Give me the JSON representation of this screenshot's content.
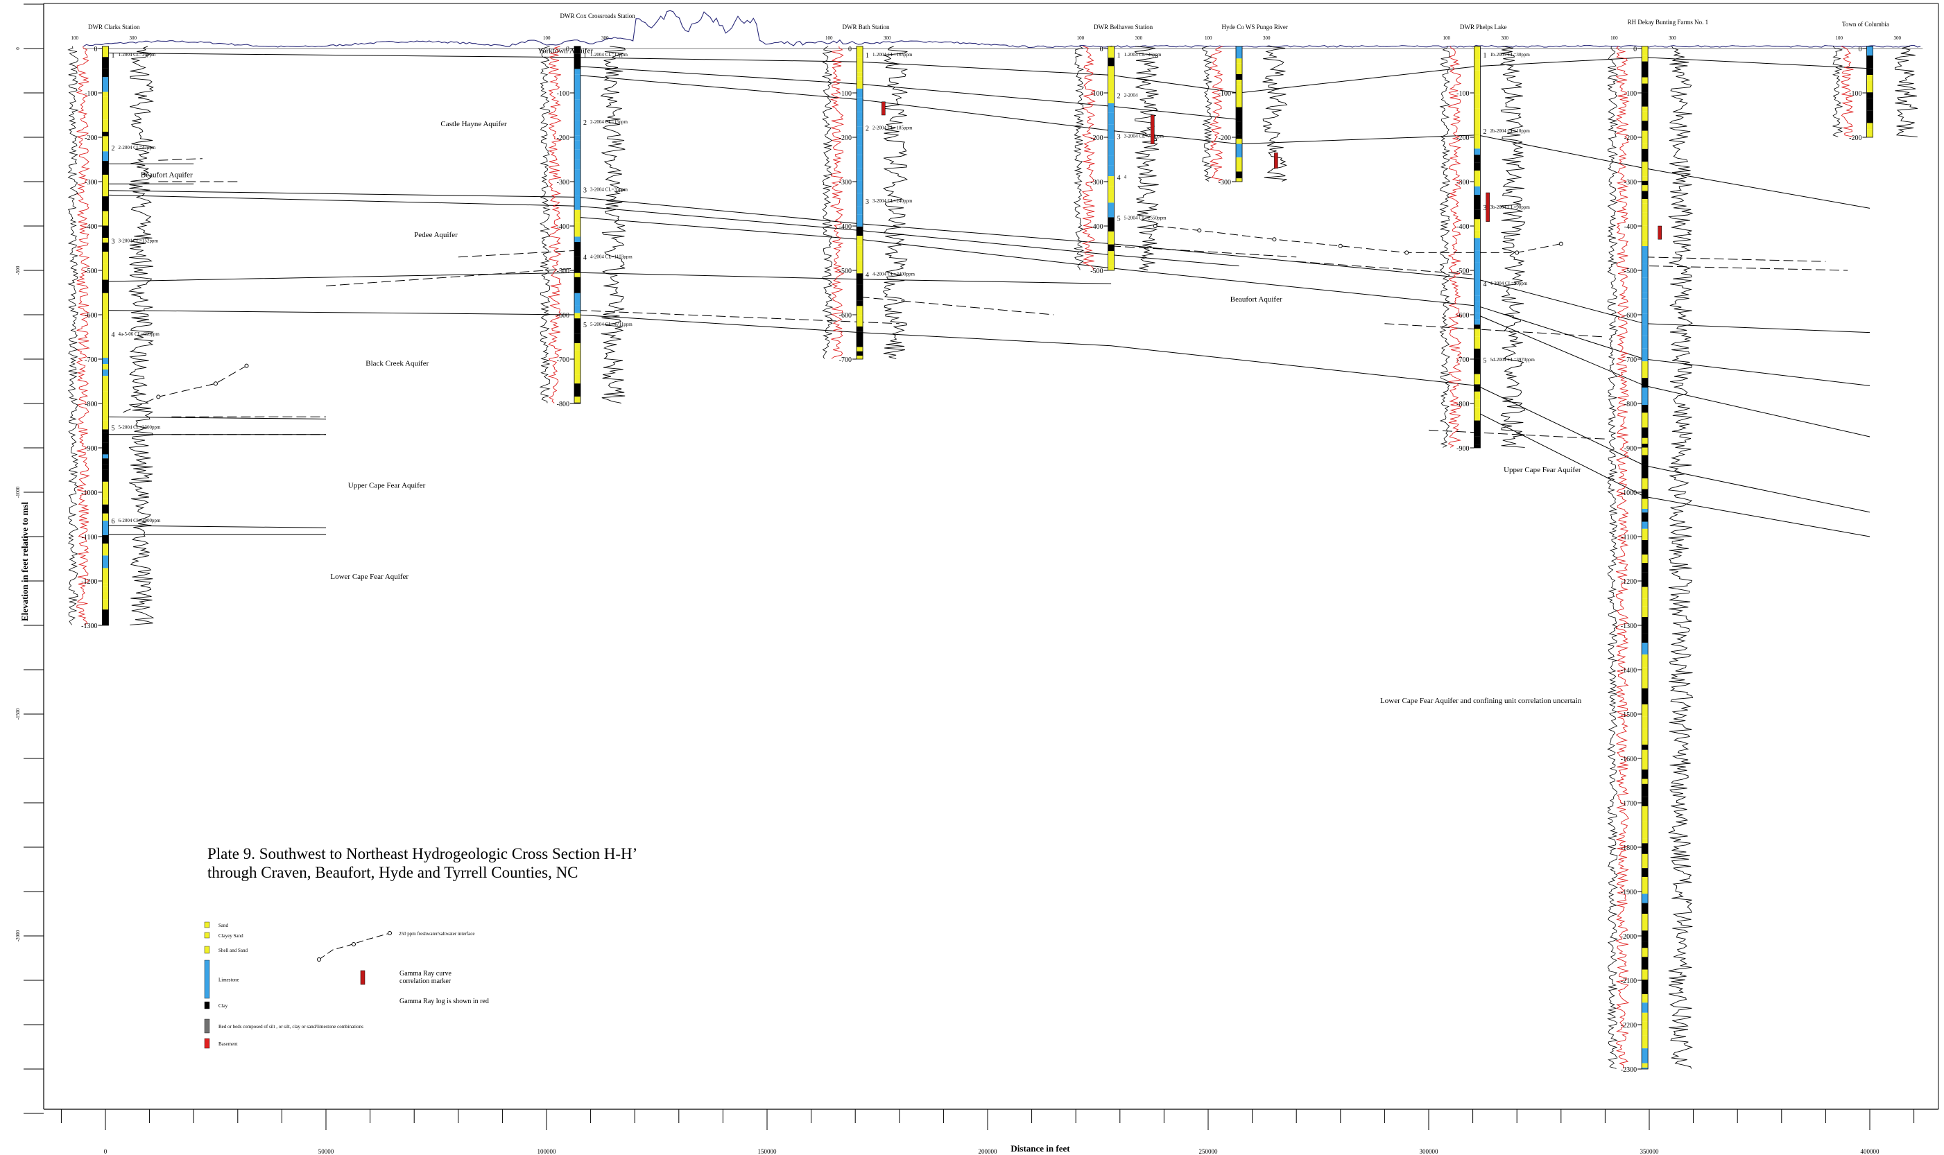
{
  "title_line1": "Plate 9. Southwest to Northeast Hydrogeologic Cross Section H-H’",
  "title_line2": "through Craven, Beaufort, Hyde and Tyrrell Counties, NC",
  "axes": {
    "y_label": "Elevation in feet relative to msl",
    "x_label": "Distance in feet",
    "x_ticks": [
      "0",
      "50000",
      "100000",
      "150000",
      "200000",
      "250000",
      "300000",
      "350000",
      "400000"
    ],
    "y_ticks": [
      "0",
      "-500",
      "-1000",
      "-1500",
      "-2000"
    ],
    "y_range_ft": [
      -2400,
      100
    ],
    "x_range_ft": [
      -10000,
      415000
    ]
  },
  "wells": [
    {
      "name": "DWR Clarks Station",
      "distance_ft": 0,
      "depth_labels": [
        "0",
        "-100",
        "-200",
        "-300",
        "-400",
        "-500",
        "-600",
        "-700",
        "-800",
        "-900",
        "-1000",
        "-1100",
        "-1200",
        "-1300"
      ],
      "samples": [
        {
          "n": "1",
          "text": "1-2004 CL=20ppm"
        },
        {
          "n": "2",
          "text": "2-2004 CL=47ppm"
        },
        {
          "n": "3",
          "text": "3-2004 CL=152ppm"
        },
        {
          "n": "4",
          "text": "4a-5-06 CL=699ppm"
        },
        {
          "n": "5",
          "text": "5-2004 CL=2300ppm"
        },
        {
          "n": "6",
          "text": "6-2004 CL=3900ppm"
        }
      ]
    },
    {
      "name": "DWR Cox Crossroads Station",
      "distance_ft": 107000,
      "depth_labels": [
        "0",
        "-100",
        "-200",
        "-300",
        "-400",
        "-500",
        "-600",
        "-700",
        "-800"
      ],
      "samples": [
        {
          "n": "1",
          "text": "1-2004 CL=12ppm"
        },
        {
          "n": "2",
          "text": "2-2004 CL=15ppm"
        },
        {
          "n": "3",
          "text": "3-2004 CL=35ppm"
        },
        {
          "n": "4",
          "text": "4-2004 CL=1103ppm"
        },
        {
          "n": "5",
          "text": "5-2004 CL=4711ppm"
        }
      ]
    },
    {
      "name": "DWR Bath Station",
      "distance_ft": 171000,
      "depth_labels": [
        "0",
        "-100",
        "-200",
        "-300",
        "-400",
        "-500",
        "-600",
        "-700"
      ],
      "samples": [
        {
          "n": "1",
          "text": "1-2004 CL=165ppm"
        },
        {
          "n": "2",
          "text": "2-2004 CL=185ppm"
        },
        {
          "n": "3",
          "text": "3-2004 CL=240ppm"
        },
        {
          "n": "4",
          "text": "4-2004 CL=2400ppm"
        }
      ]
    },
    {
      "name": "DWR Belhaven Station",
      "distance_ft": 228000,
      "depth_labels": [
        "0",
        "-100",
        "-200",
        "-300",
        "-400",
        "-500"
      ],
      "samples": [
        {
          "n": "1",
          "text": "1-2004 CL=36ppm"
        },
        {
          "n": "2",
          "text": "2-2004"
        },
        {
          "n": "3",
          "text": "3-2004 CL=760ppm"
        },
        {
          "n": "4",
          "text": "4"
        },
        {
          "n": "5",
          "text": "5-2004 CL=2550ppm"
        }
      ]
    },
    {
      "name": "Hyde Co WS Pungo River",
      "distance_ft": 257000,
      "depth_labels": [
        "-100",
        "-200",
        "-300"
      ],
      "samples": []
    },
    {
      "name": "DWR Phelps Lake",
      "distance_ft": 311000,
      "depth_labels": [
        "-100",
        "-200",
        "-300",
        "-400",
        "-500",
        "-600",
        "-700",
        "-800",
        "-900"
      ],
      "samples": [
        {
          "n": "1",
          "text": "1b-2005 CL=30ppm"
        },
        {
          "n": "2",
          "text": "2b-2004 CL=10ppm"
        },
        {
          "n": "3",
          "text": "3b-2004 CL=90ppm"
        },
        {
          "n": "4",
          "text": "4-2004 CL=30ppm"
        },
        {
          "n": "5",
          "text": "5d-2004 CL=3970ppm"
        }
      ]
    },
    {
      "name": "RH Dekay Bunting Farms No. 1",
      "distance_ft": 349000,
      "depth_labels": [
        "0",
        "-100",
        "-200",
        "-300",
        "-400",
        "-500",
        "-600",
        "-700",
        "-800",
        "-900",
        "-1000",
        "-1100",
        "-1200",
        "-1300",
        "-1400",
        "-1500",
        "-1600",
        "-1700",
        "-1800",
        "-1900",
        "-2000",
        "-2100",
        "-2200",
        "-2300"
      ],
      "samples": []
    },
    {
      "name": "Town of Columbia",
      "distance_ft": 400000,
      "depth_labels": [
        "0",
        "-100",
        "-200"
      ],
      "samples": []
    }
  ],
  "aquifers": [
    {
      "name": "Castle Hayne Aquifer",
      "label_at": [
        76000,
        -175
      ]
    },
    {
      "name": "Beaufort Aquifer",
      "label_at": [
        8000,
        -290
      ]
    },
    {
      "name": "Pedee Aquifer",
      "label_at": [
        70000,
        -425
      ]
    },
    {
      "name": "Black Creek Aquifer",
      "label_at": [
        59000,
        -715
      ]
    },
    {
      "name": "Upper Cape Fear Aquifer",
      "label_at": [
        55000,
        -990
      ]
    },
    {
      "name": "Lower Cape Fear Aquifer",
      "label_at": [
        51000,
        -1195
      ]
    },
    {
      "name": "Beaufort Aquifer",
      "label_at": [
        255000,
        -570
      ]
    },
    {
      "name": "Upper Cape Fear Aquifer",
      "label_at": [
        317000,
        -955
      ]
    },
    {
      "name": "Lower Cape Fear Aquifer and confining unit correlation uncertain",
      "label_at": [
        289000,
        -1475
      ]
    },
    {
      "name": "Yorktown Aquifer",
      "label_at": [
        98000,
        -10
      ]
    }
  ],
  "legend": [
    {
      "name": "Sand",
      "color": "#f0f028",
      "kind": "sand"
    },
    {
      "name": "Clayey Sand",
      "color": "#f0f028",
      "kind": "clayey-sand"
    },
    {
      "name": "Shell and Sand",
      "color": "#f0f028",
      "kind": "shell-sand"
    },
    {
      "name": "Limestone",
      "color": "#3aa3e6",
      "kind": "limestone"
    },
    {
      "name": "Clay",
      "color": "#000000",
      "kind": "clay"
    },
    {
      "name": "Bed or beds composed of silt , or silt, clay or sand/limestone combinations",
      "color": "#707070",
      "kind": "silt"
    },
    {
      "name": "Basement",
      "color": "#e02020",
      "kind": "basement"
    }
  ],
  "legend_notes": {
    "interface": "250 ppm freshwater/saltwater interface",
    "marker_line1": "Gamma Ray curve",
    "marker_line2": "correlation marker",
    "gamma": "Gamma Ray log is shown in red"
  },
  "colors": {
    "sand": "#f0f028",
    "limestone": "#3aa3e6",
    "clay": "#000000",
    "gamma": "#e02020",
    "surface": "#2a2a7a",
    "marker": "#c01818"
  },
  "scale_labels": {
    "left": "100",
    "right": "300"
  }
}
